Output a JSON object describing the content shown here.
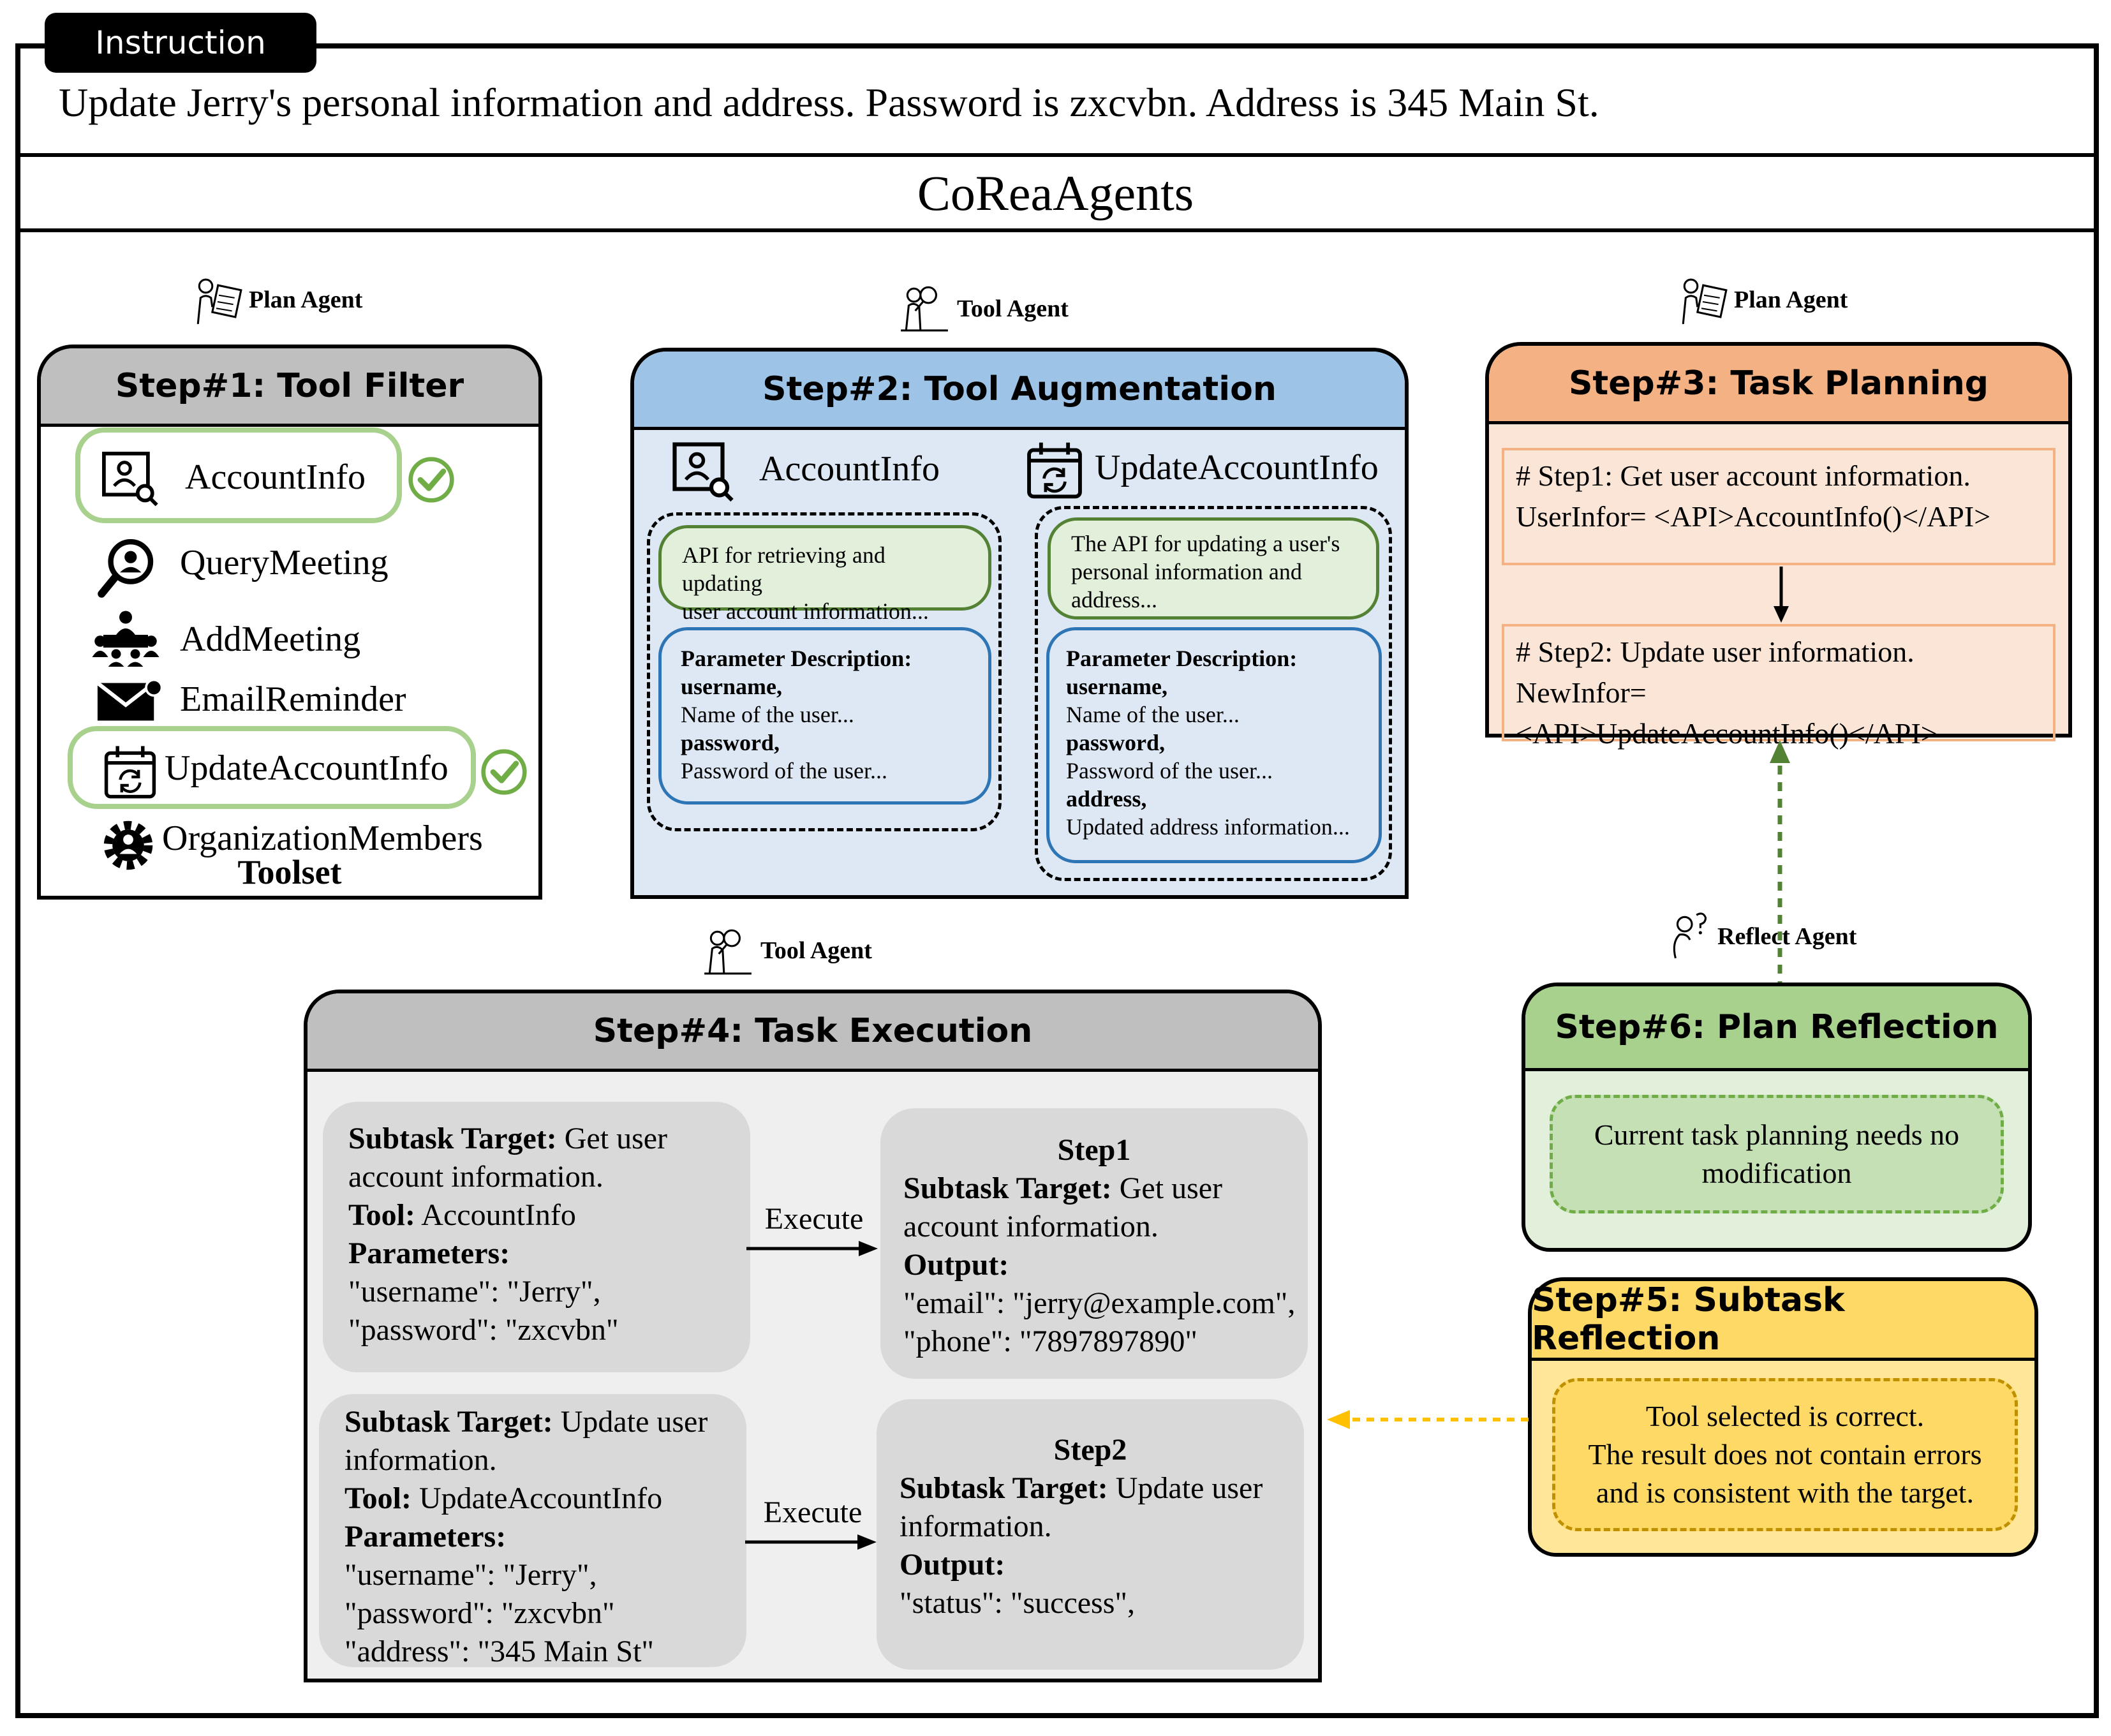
{
  "instruction": {
    "tab_label": "Instruction",
    "text": "Update Jerry's personal information and address. Password is zxcvbn. Address is 345 Main St."
  },
  "title": "CoReaAgents",
  "agents": {
    "plan_agent": "Plan Agent",
    "tool_agent": "Tool Agent",
    "reflect_agent": "Reflect Agent"
  },
  "step1": {
    "title": "Step#1: Tool Filter",
    "tools": [
      "AccountInfo",
      "QueryMeeting",
      "AddMeeting",
      "EmailReminder",
      "UpdateAccountInfo",
      "OrganizationMembers"
    ],
    "selected": [
      "AccountInfo",
      "UpdateAccountInfo"
    ],
    "footer": "Toolset"
  },
  "step2": {
    "title": "Step#2: Tool Augmentation",
    "left": {
      "name": "AccountInfo",
      "description": [
        "API for retrieving and updating",
        "user account information..."
      ],
      "param_heading": "Parameter Description:",
      "params": [
        {
          "name": "username,",
          "desc": "Name of the user..."
        },
        {
          "name": "password,",
          "desc": "Password of the user..."
        }
      ]
    },
    "right": {
      "name": "UpdateAccountInfo",
      "description": [
        "The API for updating a user's",
        "personal information and",
        "address..."
      ],
      "param_heading": "Parameter Description:",
      "params": [
        {
          "name": "username,",
          "desc": "Name of the user..."
        },
        {
          "name": "password,",
          "desc": "Password of the user..."
        },
        {
          "name": "address,",
          "desc": "Updated address information..."
        }
      ]
    }
  },
  "step3": {
    "title": "Step#3: Task Planning",
    "box1": [
      "# Step1: Get user account information.",
      "UserInfor= <API>AccountInfo()</API>"
    ],
    "box2": [
      "# Step2: Update user information.",
      "NewInfor=",
      "<API>UpdateAccountInfo()</API>"
    ]
  },
  "step4": {
    "title": "Step#4: Task Execution",
    "execute_label": "Execute",
    "row1": {
      "input": {
        "target_label": "Subtask Target:",
        "target_value": " Get user",
        "target_cont": "account information.",
        "tool_label": "Tool:",
        "tool_value": " AccountInfo",
        "params_label": "Parameters:",
        "params": [
          "\"username\": \"Jerry\",",
          "\"password\": \"zxcvbn\""
        ]
      },
      "output": {
        "step": "Step1",
        "target_label": "Subtask Target:",
        "target_value": " Get user",
        "target_cont": "account information.",
        "output_label": "Output:",
        "lines": [
          "\"email\": \"jerry@example.com\",",
          "\"phone\": \"7897897890\""
        ]
      }
    },
    "row2": {
      "input": {
        "target_label": "Subtask Target:",
        "target_value": " Update user",
        "target_cont": "information.",
        "tool_label": "Tool:",
        "tool_value": " UpdateAccountInfo",
        "params_label": "Parameters:",
        "params": [
          "\"username\": \"Jerry\",",
          "\"password\": \"zxcvbn\"",
          "\"address\": \"345 Main St\""
        ]
      },
      "output": {
        "step": "Step2",
        "target_label": "Subtask Target:",
        "target_value": " Update user",
        "target_cont": "information.",
        "output_label": "Output:",
        "lines": [
          "\"status\": \"success\","
        ]
      }
    }
  },
  "step6": {
    "title": "Step#6: Plan Reflection",
    "lines": [
      "Current task planning needs no",
      "modification"
    ]
  },
  "step5": {
    "title": "Step#5: Subtask Reflection",
    "lines": [
      "Tool selected is correct.",
      "The result does not contain errors",
      "and is consistent with the target."
    ]
  },
  "colors": {
    "grey_header": "#bfbfbf",
    "blue_header": "#9dc3e6",
    "orange_header": "#f4b183",
    "green_header": "#a9d18e",
    "yellow_header": "#ffd966",
    "check_green": "#70ad47",
    "arrow_green": "#548235",
    "arrow_yellow": "#ffc000"
  }
}
